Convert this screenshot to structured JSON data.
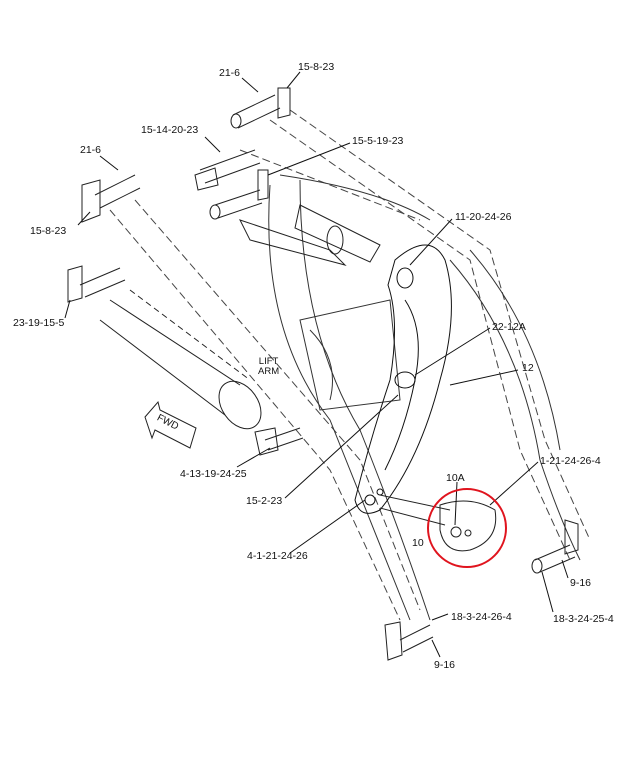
{
  "labels": {
    "l_21_6_top": "21-6",
    "l_15_8_23_top": "15-8-23",
    "l_15_14_20_23": "15-14-20-23",
    "l_15_5_19_23": "15-5-19-23",
    "l_21_6_left": "21-6",
    "l_15_8_23_left": "15-8-23",
    "l_23_19_15_5": "23-19-15-5",
    "l_11_20_24_26": "11-20-24-26",
    "l_22_12A": "22-12A",
    "l_12": "12",
    "l_4_13_19_24_25": "4-13-19-24-25",
    "l_15_2_23": "15-2-23",
    "l_1_21_24_26_4": "1-21-24-26-4",
    "l_10A": "10A",
    "l_10": "10",
    "l_4_1_21_24_26": "4-1-21-24-26",
    "l_9_16_right": "9-16",
    "l_18_3_24_26_4": "18-3-24-26-4",
    "l_18_3_24_25_4": "18-3-24-25-4",
    "l_9_16_bottom": "9-16"
  },
  "lift_arm": {
    "line1": "LIFT",
    "line2": "ARM"
  },
  "fwd_arrow": "FWD",
  "highlight_color": "#e0141e"
}
